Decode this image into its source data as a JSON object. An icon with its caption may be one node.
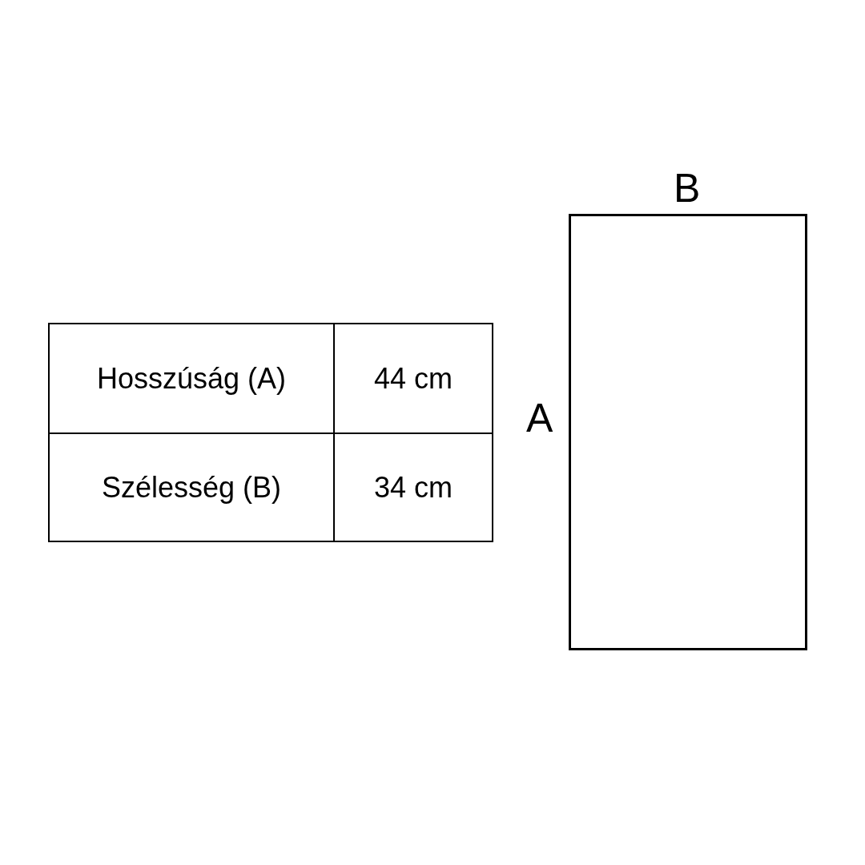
{
  "diagram": {
    "labels": [
      "Hosszúság (A)",
      "44 cm",
      "Szélesség (B)",
      "34 cm",
      "B",
      "A"
    ]
  }
}
